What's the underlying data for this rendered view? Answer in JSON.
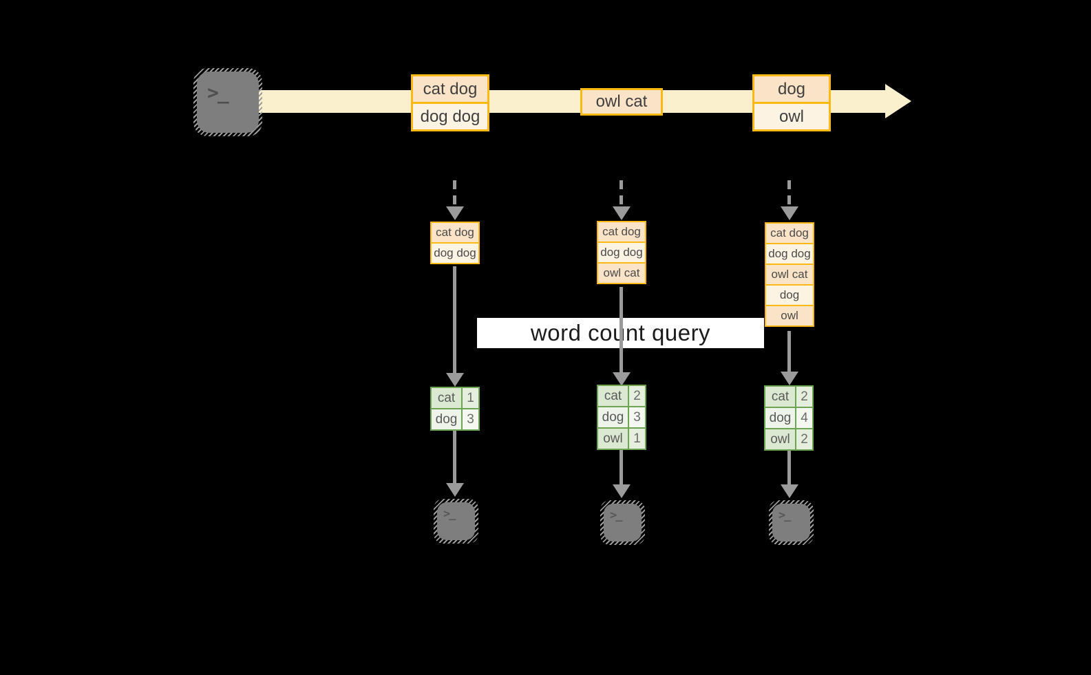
{
  "query_label": "word count query",
  "icons": {
    "terminal_glyph": ">_",
    "stream_arrow": "right-arrow",
    "flow_arrows": "down-arrow"
  },
  "colors": {
    "background": "#000000",
    "band": "#FBF0CE",
    "gold_border": "#FDB913",
    "record_fill_dark": "#FAE3C6",
    "record_fill_light": "#FDF3E3",
    "green_border": "#6CA551",
    "green_cell_dark": "#DCE9D2",
    "green_cell_light": "#EEF4E9",
    "arrow_gray": "#9B9B9B",
    "terminal_gray": "#7E7E7E",
    "query_box": "#FFFFFF",
    "text": "#3F3F3F"
  },
  "stream": {
    "batches": [
      {
        "records": [
          "cat dog",
          "dog dog"
        ]
      },
      {
        "records": [
          "owl cat"
        ]
      },
      {
        "records": [
          "dog",
          "owl"
        ]
      }
    ]
  },
  "columns": [
    {
      "input_records": [
        "cat dog",
        "dog dog"
      ],
      "counts": [
        [
          "cat",
          1
        ],
        [
          "dog",
          3
        ]
      ]
    },
    {
      "input_records": [
        "cat dog",
        "dog dog",
        "owl cat"
      ],
      "counts": [
        [
          "cat",
          2
        ],
        [
          "dog",
          3
        ],
        [
          "owl",
          1
        ]
      ]
    },
    {
      "input_records": [
        "cat dog",
        "dog dog",
        "owl cat",
        "dog",
        "owl"
      ],
      "counts": [
        [
          "cat",
          2
        ],
        [
          "dog",
          4
        ],
        [
          "owl",
          2
        ]
      ]
    }
  ]
}
